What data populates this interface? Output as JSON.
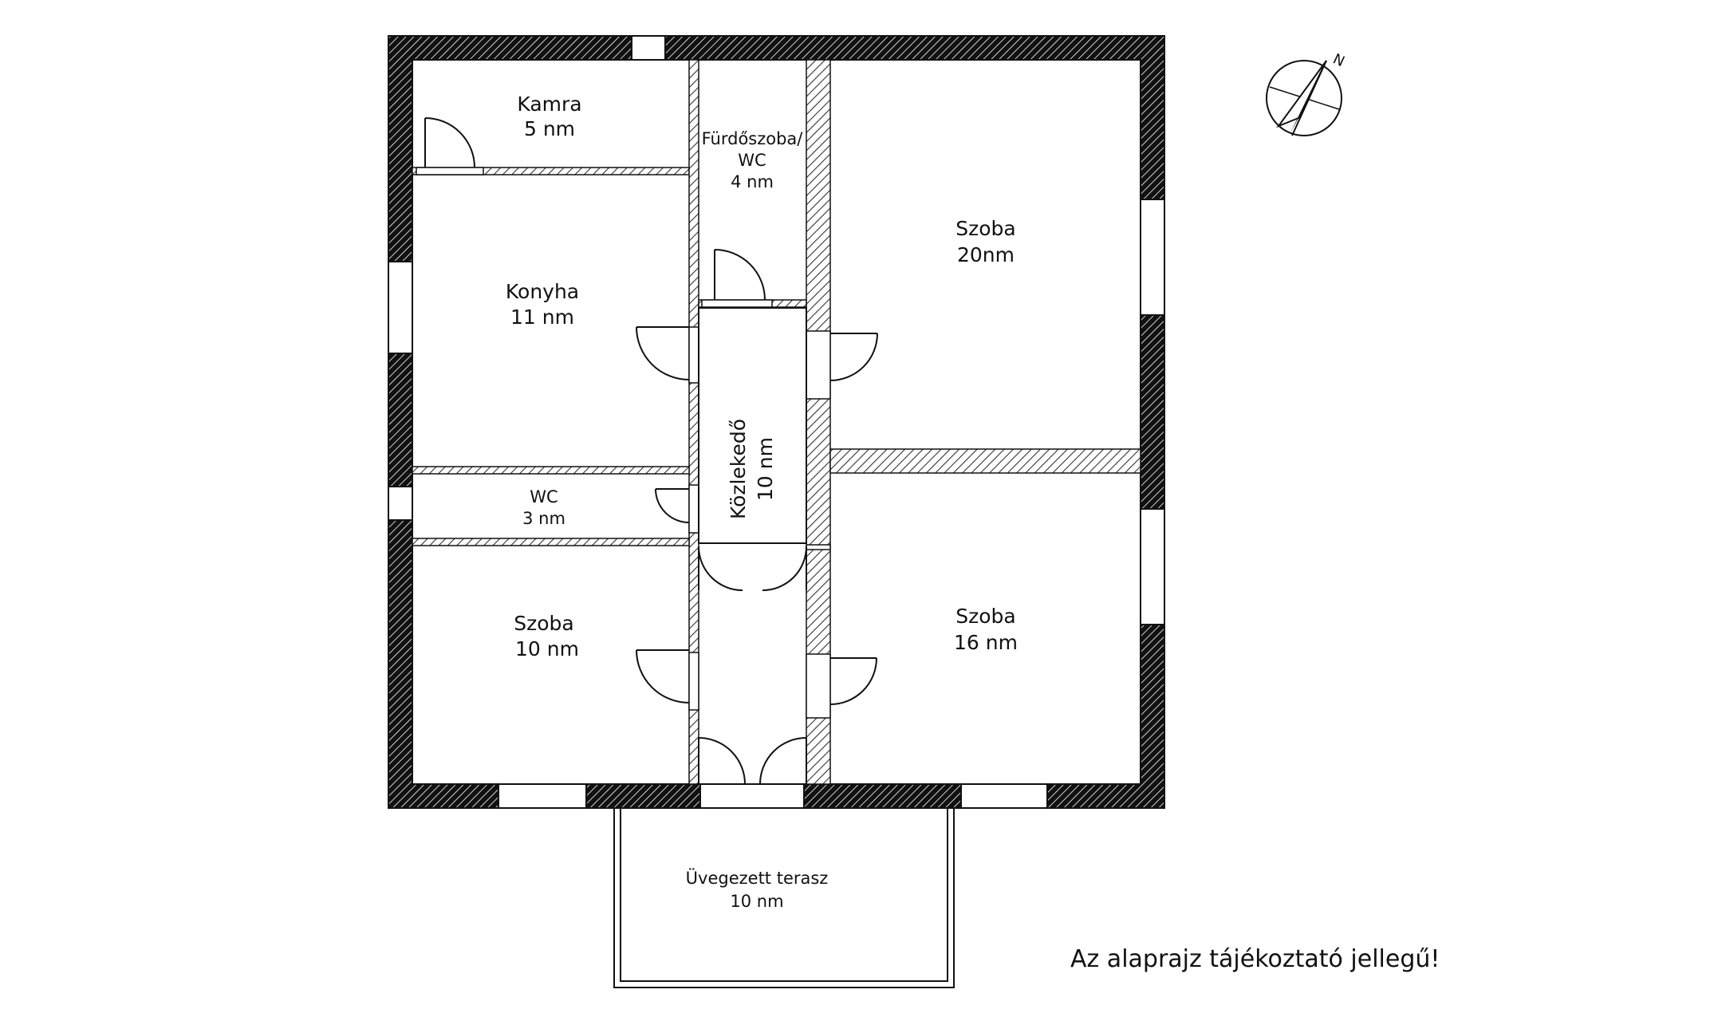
{
  "rooms": {
    "kamra": {
      "name": "Kamra",
      "area": "5 nm"
    },
    "furdo": {
      "name": "Fürdőszoba/",
      "name2": "WC",
      "area": "4 nm"
    },
    "konyha": {
      "name": "Konyha",
      "area": "11 nm"
    },
    "wc": {
      "name": "WC",
      "area": "3 nm"
    },
    "szoba_small": {
      "name": "Szoba",
      "area": "10 nm"
    },
    "kozlekedo": {
      "name": "Közlekedő",
      "area": "10 nm"
    },
    "szoba_20": {
      "name": "Szoba",
      "area": "20nm"
    },
    "szoba_16": {
      "name": "Szoba",
      "area": "16 nm"
    },
    "terasz": {
      "name": "Üvegezett terasz",
      "area": "10 nm"
    }
  },
  "compass": {
    "label": "N"
  },
  "disclaimer": "Az alaprajz tájékoztató jellegű!"
}
